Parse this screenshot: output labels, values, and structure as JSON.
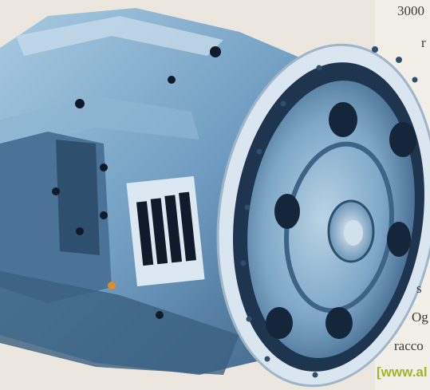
{
  "photo": {
    "subject": "transmission-housing",
    "colors": {
      "paper": "#f2efe8",
      "metal_light": "#9fc3dc",
      "metal_mid": "#6f9cc0",
      "metal_dark": "#2f4f6e",
      "shadow": "#0d1b2a",
      "flange": "#d9e6ef"
    }
  },
  "side_text": {
    "line1": "3000",
    "line2": "r",
    "line3": "s",
    "line4": "Og",
    "line5": "racco",
    "link": "[www.al"
  }
}
